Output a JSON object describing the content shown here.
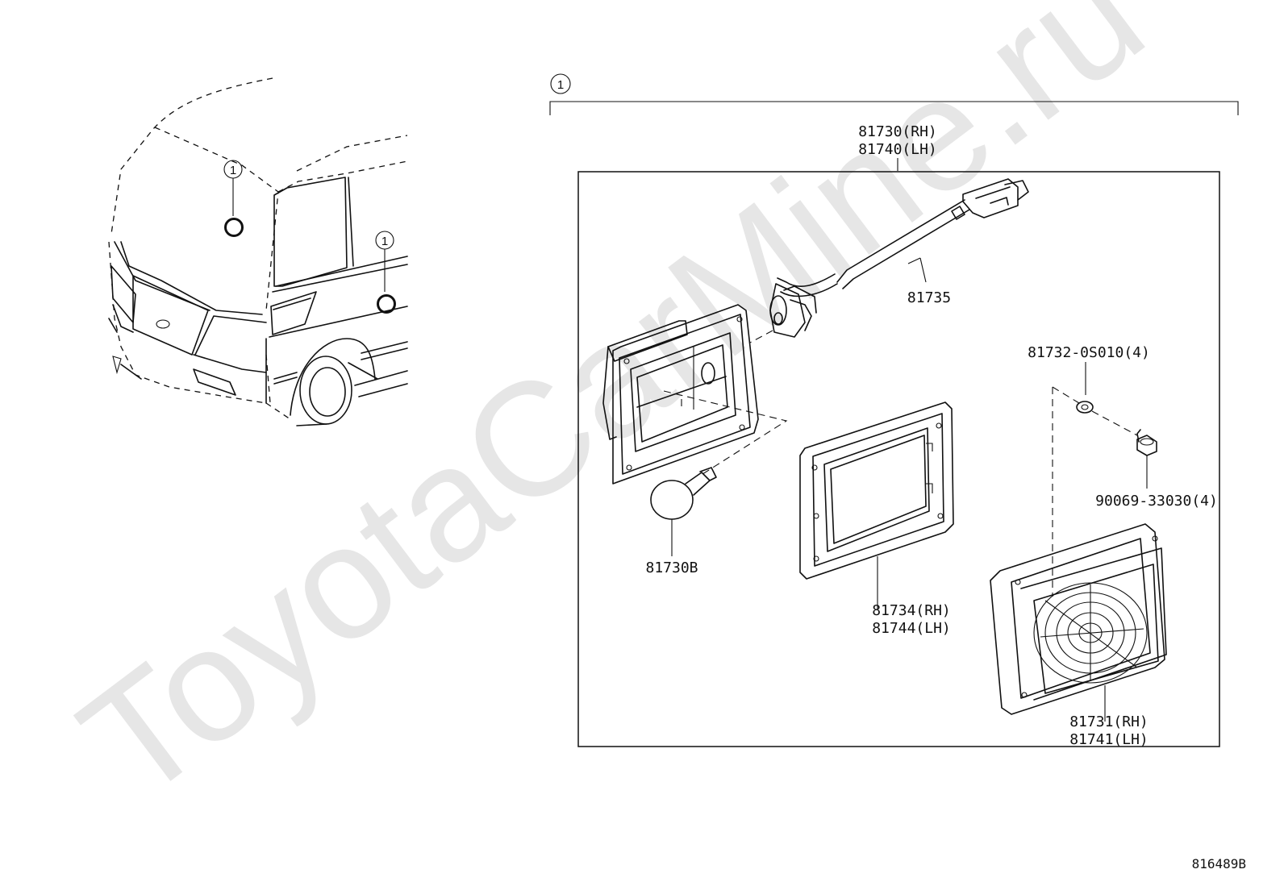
{
  "watermark": "ToyotaCarMine.ru",
  "callout": "1",
  "labels": {
    "assy_rh": "81730(RH)",
    "assy_lh": "81740(LH)",
    "socket": "81735",
    "bulb": "81730B",
    "gasket_rh": "81734(RH)",
    "gasket_lh": "81744(LH)",
    "lens_rh": "81731(RH)",
    "lens_lh": "81741(LH)",
    "washer": "81732-0S010(4)",
    "screw": "90069-33030(4)"
  },
  "diagram_id": "816489B"
}
